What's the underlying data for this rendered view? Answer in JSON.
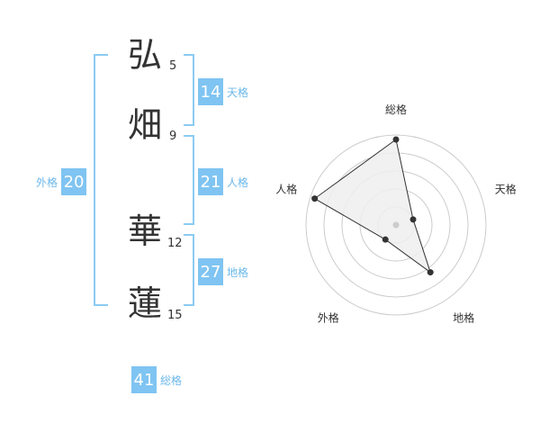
{
  "characters": [
    {
      "char": "弘",
      "strokes": "5"
    },
    {
      "char": "畑",
      "strokes": "9"
    },
    {
      "char": "華",
      "strokes": "12"
    },
    {
      "char": "蓮",
      "strokes": "15"
    }
  ],
  "fortunes": {
    "tenkaku": {
      "value": "14",
      "label": "天格"
    },
    "jinkaku": {
      "value": "21",
      "label": "人格"
    },
    "chikaku": {
      "value": "27",
      "label": "地格"
    },
    "gaikaku": {
      "value": "20",
      "label": "外格"
    },
    "soukaku": {
      "value": "41",
      "label": "総格"
    }
  },
  "chart_data": {
    "type": "radar",
    "axes": [
      "総格",
      "天格",
      "地格",
      "外格",
      "人格"
    ],
    "values": [
      0.95,
      0.2,
      0.65,
      0.2,
      0.95
    ],
    "max": 1,
    "rings": 5,
    "colors": {
      "fill": "#efefef",
      "line": "#333333",
      "grid": "#cccccc",
      "center": "#cccccc"
    }
  }
}
